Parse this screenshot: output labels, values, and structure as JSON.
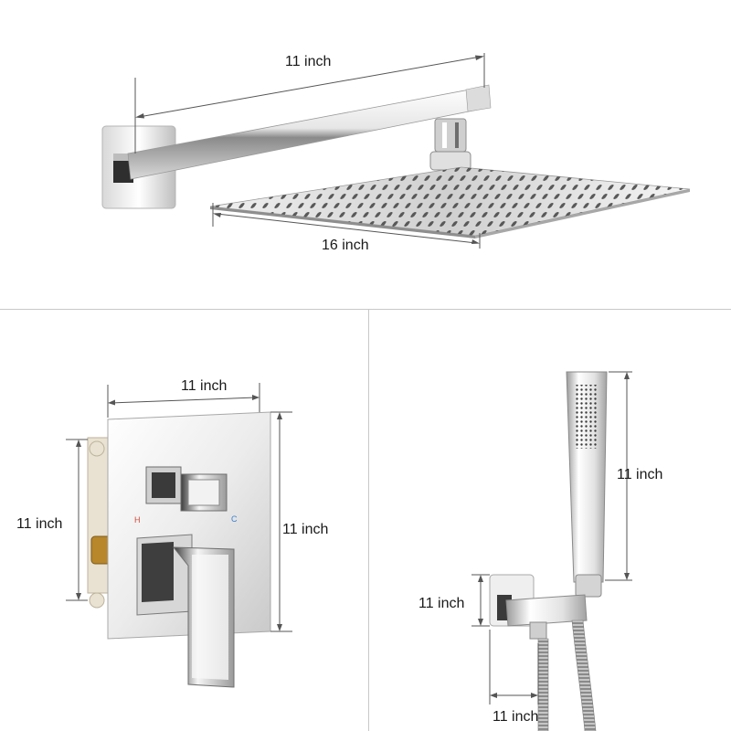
{
  "colors": {
    "chrome_light": "#f4f4f4",
    "chrome_mid": "#bdbdbd",
    "chrome_dark": "#3a3a3a",
    "dimension_line": "#555555",
    "hot_marker": "#d04a3a",
    "cold_marker": "#3a7fd0",
    "valve_box": "#e9e2d2",
    "brass": "#b8862b"
  },
  "rain_shower": {
    "arm_length_label": "11 inch",
    "head_width_label": "16 inch"
  },
  "valve": {
    "plate_width_label": "11 inch",
    "plate_height_label": "11 inch",
    "box_height_label": "11 inch",
    "hot_mark": "H",
    "cold_mark": "C"
  },
  "hand_shower": {
    "wand_length_label": "11 inch",
    "holder_height_label": "11 inch",
    "holder_depth_label": "11 inch"
  }
}
